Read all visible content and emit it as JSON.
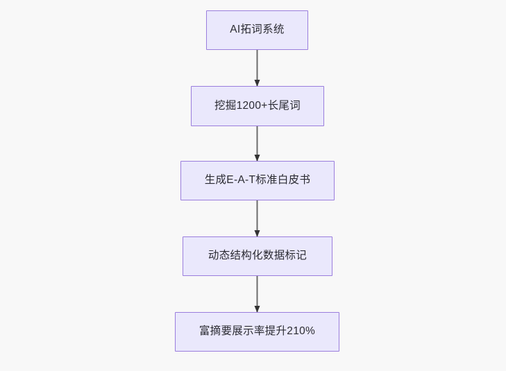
{
  "diagram": {
    "type": "flowchart",
    "orientation": "top-to-bottom",
    "background_color": "#f8f8f8",
    "node_fill_color": "#eae8fc",
    "node_border_color": "#9a7ddd",
    "node_text_color": "#2b2b32",
    "connector_color": "#6b6b6b",
    "arrowhead_color": "#333333",
    "nodes": [
      {
        "id": "node-1",
        "label": "AI拓词系统"
      },
      {
        "id": "node-2",
        "label": "挖掘1200+长尾词"
      },
      {
        "id": "node-3",
        "label": "生成E-A-T标准白皮书"
      },
      {
        "id": "node-4",
        "label": "动态结构化数据标记"
      },
      {
        "id": "node-5",
        "label": "富摘要展示率提升210%"
      }
    ],
    "edges": [
      {
        "id": "edge-1-2",
        "from": "node-1",
        "to": "node-2",
        "label": ""
      },
      {
        "id": "edge-2-3",
        "from": "node-2",
        "to": "node-3",
        "label": ""
      },
      {
        "id": "edge-3-4",
        "from": "node-3",
        "to": "node-4",
        "label": ""
      },
      {
        "id": "edge-4-5",
        "from": "node-4",
        "to": "node-5",
        "label": ""
      }
    ]
  }
}
